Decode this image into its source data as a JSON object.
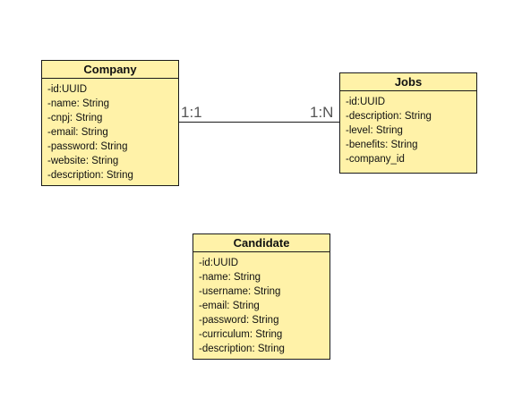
{
  "entities": {
    "company": {
      "title": "Company",
      "attributes": [
        "-id:UUID",
        "-name: String",
        "-cnpj: String",
        "-email: String",
        "-password: String",
        "-website: String",
        "-description: String"
      ]
    },
    "jobs": {
      "title": "Jobs",
      "attributes": [
        "-id:UUID",
        "-description: String",
        "-level: String",
        "-benefits: String",
        "-company_id"
      ]
    },
    "candidate": {
      "title": "Candidate",
      "attributes": [
        "-id:UUID",
        "-name: String",
        "-username: String",
        "-email: String",
        "-password: String",
        "-curriculum: String",
        "-description: String"
      ]
    }
  },
  "relationships": [
    {
      "from": "company",
      "to": "jobs",
      "from_multiplicity": "1:1",
      "to_multiplicity": "1:N"
    }
  ],
  "colors": {
    "entity_fill": "#fff2a8",
    "border": "#1a1a1a",
    "multiplicity_text": "#555555"
  }
}
